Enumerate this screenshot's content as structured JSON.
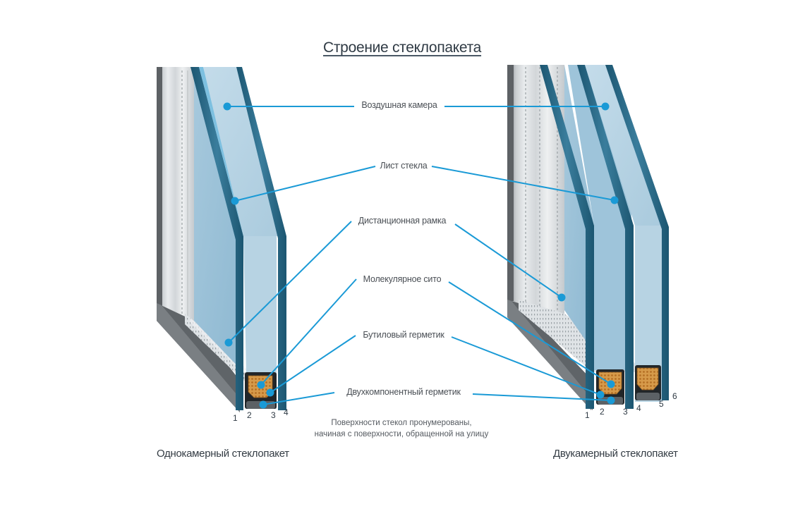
{
  "title": "Строение стеклопакета",
  "labels": {
    "air_chamber": "Воздушная камера",
    "glass_sheet": "Лист стекла",
    "spacer_frame": "Дистанционная рамка",
    "molecular_sieve": "Молекулярное сито",
    "butyl_sealant": "Бутиловый герметик",
    "two_component_sealant": "Двухкомпонентный герметик"
  },
  "note": {
    "line1": "Поверхности стекол пронумерованы,",
    "line2": "начиная с поверхности, обращенной на улицу"
  },
  "units": [
    {
      "caption": "Однокамерный стеклопакет",
      "surface_numbers": [
        "1",
        "2",
        "3",
        "4"
      ]
    },
    {
      "caption": "Двукамерный стеклопакет",
      "surface_numbers": [
        "1",
        "2",
        "3",
        "4",
        "5",
        "6"
      ]
    }
  ],
  "colors": {
    "leader_line": "#1a9ad6",
    "glass_light": "#b9d6e6",
    "glass_mid": "#8fbcd6",
    "glass_edge": "#1f5f7c",
    "frame_gray": "#5f6468",
    "desiccant": "#c98a3c"
  }
}
